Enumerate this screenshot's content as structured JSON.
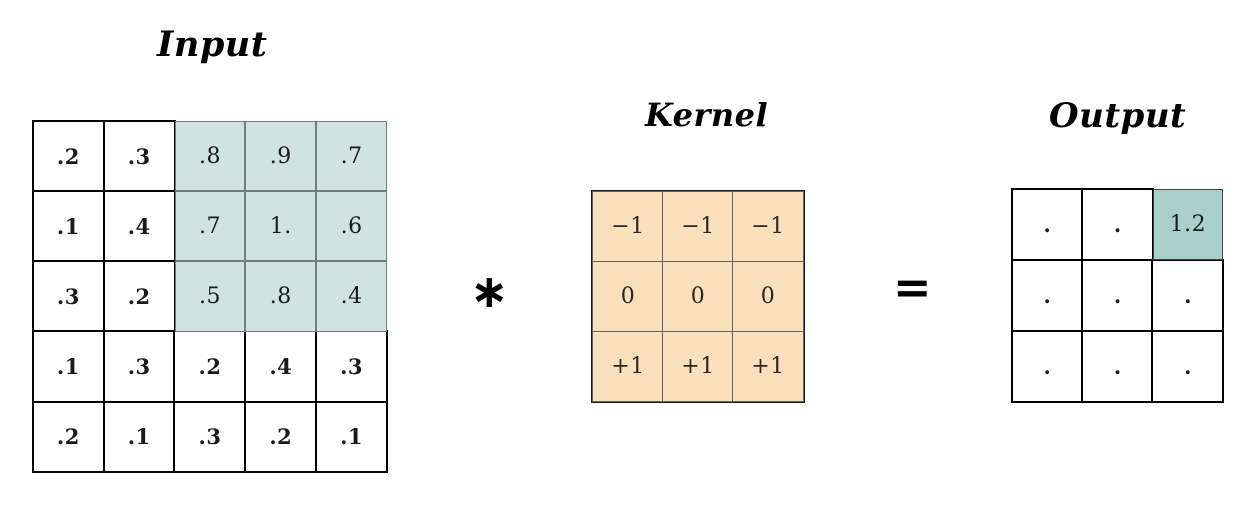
{
  "figure": {
    "kind": "convolution-diagram",
    "labels": {
      "input": "Input",
      "kernel": "Kernel",
      "output": "Output"
    },
    "operators": {
      "convolution": "∗",
      "equals": "="
    }
  },
  "colors": {
    "teal_light": "#cfe3e0",
    "teal_dark": "#a9cfcb",
    "peach": "#fadfbc",
    "border_strong": "#000000",
    "text": "#1a1a1a"
  },
  "chart_data": {
    "type": "table",
    "title": "Convolution: Input ∗ Kernel = Output",
    "grids": [
      {
        "name": "input",
        "label": "Input",
        "rows": 5,
        "cols": 5,
        "values": [
          [
            ".2",
            ".3",
            ".8",
            ".9",
            ".7"
          ],
          [
            ".1",
            ".4",
            ".7",
            "1.",
            ".6"
          ],
          [
            ".3",
            ".2",
            ".5",
            ".8",
            ".4"
          ],
          [
            ".1",
            ".3",
            ".2",
            ".4",
            ".3"
          ],
          [
            ".2",
            ".1",
            ".3",
            ".2",
            ".1"
          ]
        ],
        "numeric": [
          [
            0.2,
            0.3,
            0.8,
            0.9,
            0.7
          ],
          [
            0.1,
            0.4,
            0.7,
            1.0,
            0.6
          ],
          [
            0.3,
            0.2,
            0.5,
            0.8,
            0.4
          ],
          [
            0.1,
            0.3,
            0.2,
            0.4,
            0.3
          ],
          [
            0.2,
            0.1,
            0.3,
            0.2,
            0.1
          ]
        ],
        "highlighted": [
          [
            0,
            2
          ],
          [
            0,
            3
          ],
          [
            0,
            4
          ],
          [
            1,
            2
          ],
          [
            1,
            3
          ],
          [
            1,
            4
          ],
          [
            2,
            2
          ],
          [
            2,
            3
          ],
          [
            2,
            4
          ]
        ],
        "highlight_color": "#cfe3e0"
      },
      {
        "name": "kernel",
        "label": "Kernel",
        "rows": 3,
        "cols": 3,
        "values": [
          [
            "−1",
            "−1",
            "−1"
          ],
          [
            "0",
            "0",
            "0"
          ],
          [
            "+1",
            "+1",
            "+1"
          ]
        ],
        "numeric": [
          [
            -1,
            -1,
            -1
          ],
          [
            0,
            0,
            0
          ],
          [
            1,
            1,
            1
          ]
        ],
        "highlighted": [],
        "fill_color": "#fadfbc"
      },
      {
        "name": "output",
        "label": "Output",
        "rows": 3,
        "cols": 3,
        "values": [
          [
            ".",
            ".",
            "1.2"
          ],
          [
            ".",
            ".",
            "."
          ],
          [
            ".",
            ".",
            "."
          ]
        ],
        "highlighted": [
          [
            0,
            2
          ]
        ],
        "highlight_color": "#a9cfcb"
      }
    ]
  }
}
